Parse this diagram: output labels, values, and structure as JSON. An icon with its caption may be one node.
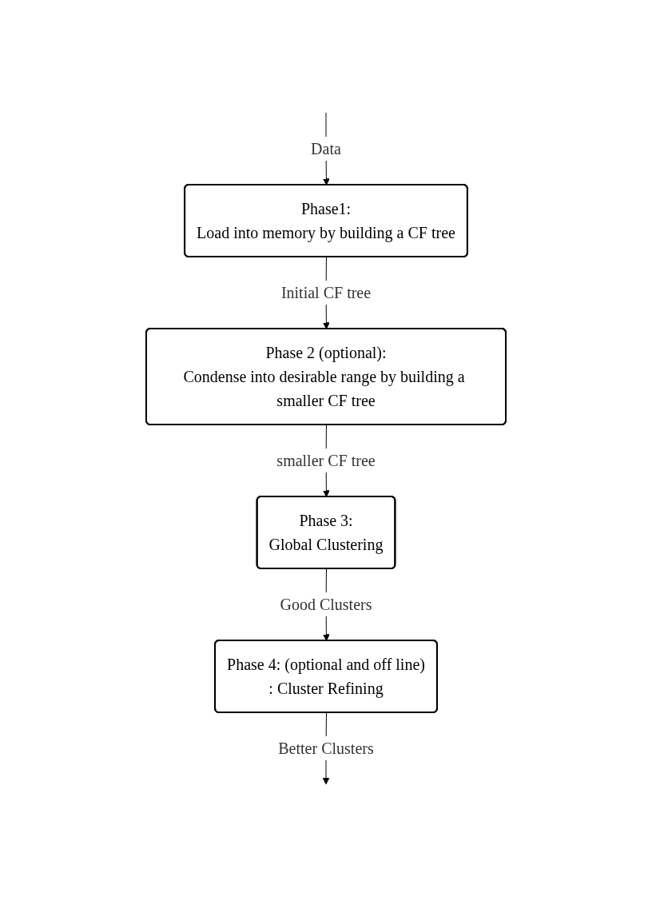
{
  "diagram": {
    "nodes": [
      {
        "text": [
          "Phase1:",
          "Load into memory by building a CF tree"
        ]
      },
      {
        "text": [
          "Phase 2 (optional):",
          "Condense into desirable range by building a smaller CF tree"
        ]
      },
      {
        "text": [
          "Phase 3:",
          "Global Clustering"
        ]
      },
      {
        "text": [
          "Phase 4: (optional and off line)",
          ": Cluster Refining"
        ]
      }
    ],
    "edges": [
      {
        "from": null,
        "to": 0,
        "arrow": "to",
        "label": "Data"
      },
      {
        "from": 0,
        "to": 1,
        "arrow": "to",
        "label": "Initial CF tree"
      },
      {
        "from": 1,
        "to": 2,
        "arrow": "to",
        "label": "smaller CF tree"
      },
      {
        "from": 2,
        "to": 3,
        "arrow": "to",
        "label": "Good Clusters"
      },
      {
        "from": 3,
        "to": null,
        "arrow": "to",
        "label": "Better Clusters"
      }
    ]
  }
}
